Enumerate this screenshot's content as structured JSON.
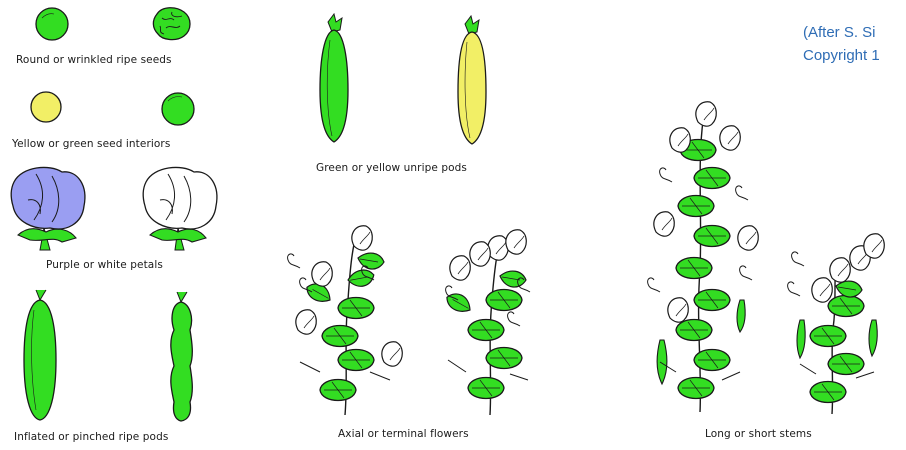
{
  "captions": {
    "seed_shape": "Round or wrinkled ripe seeds",
    "seed_color": "Yellow or green seed interiors",
    "flower_color": "Purple or white petals",
    "pod_shape": "Inflated or pinched ripe pods",
    "pod_color": "Green or yellow unripe pods",
    "flower_position": "Axial or terminal flowers",
    "stem_length": "Long or short stems"
  },
  "credit": {
    "line1": "(After S. Si",
    "line2": "Copyright 1"
  },
  "colors": {
    "green": "#33dd22",
    "yellow": "#f2ef66",
    "purple": "#9a9ef2",
    "outline": "#1a1a1a"
  }
}
